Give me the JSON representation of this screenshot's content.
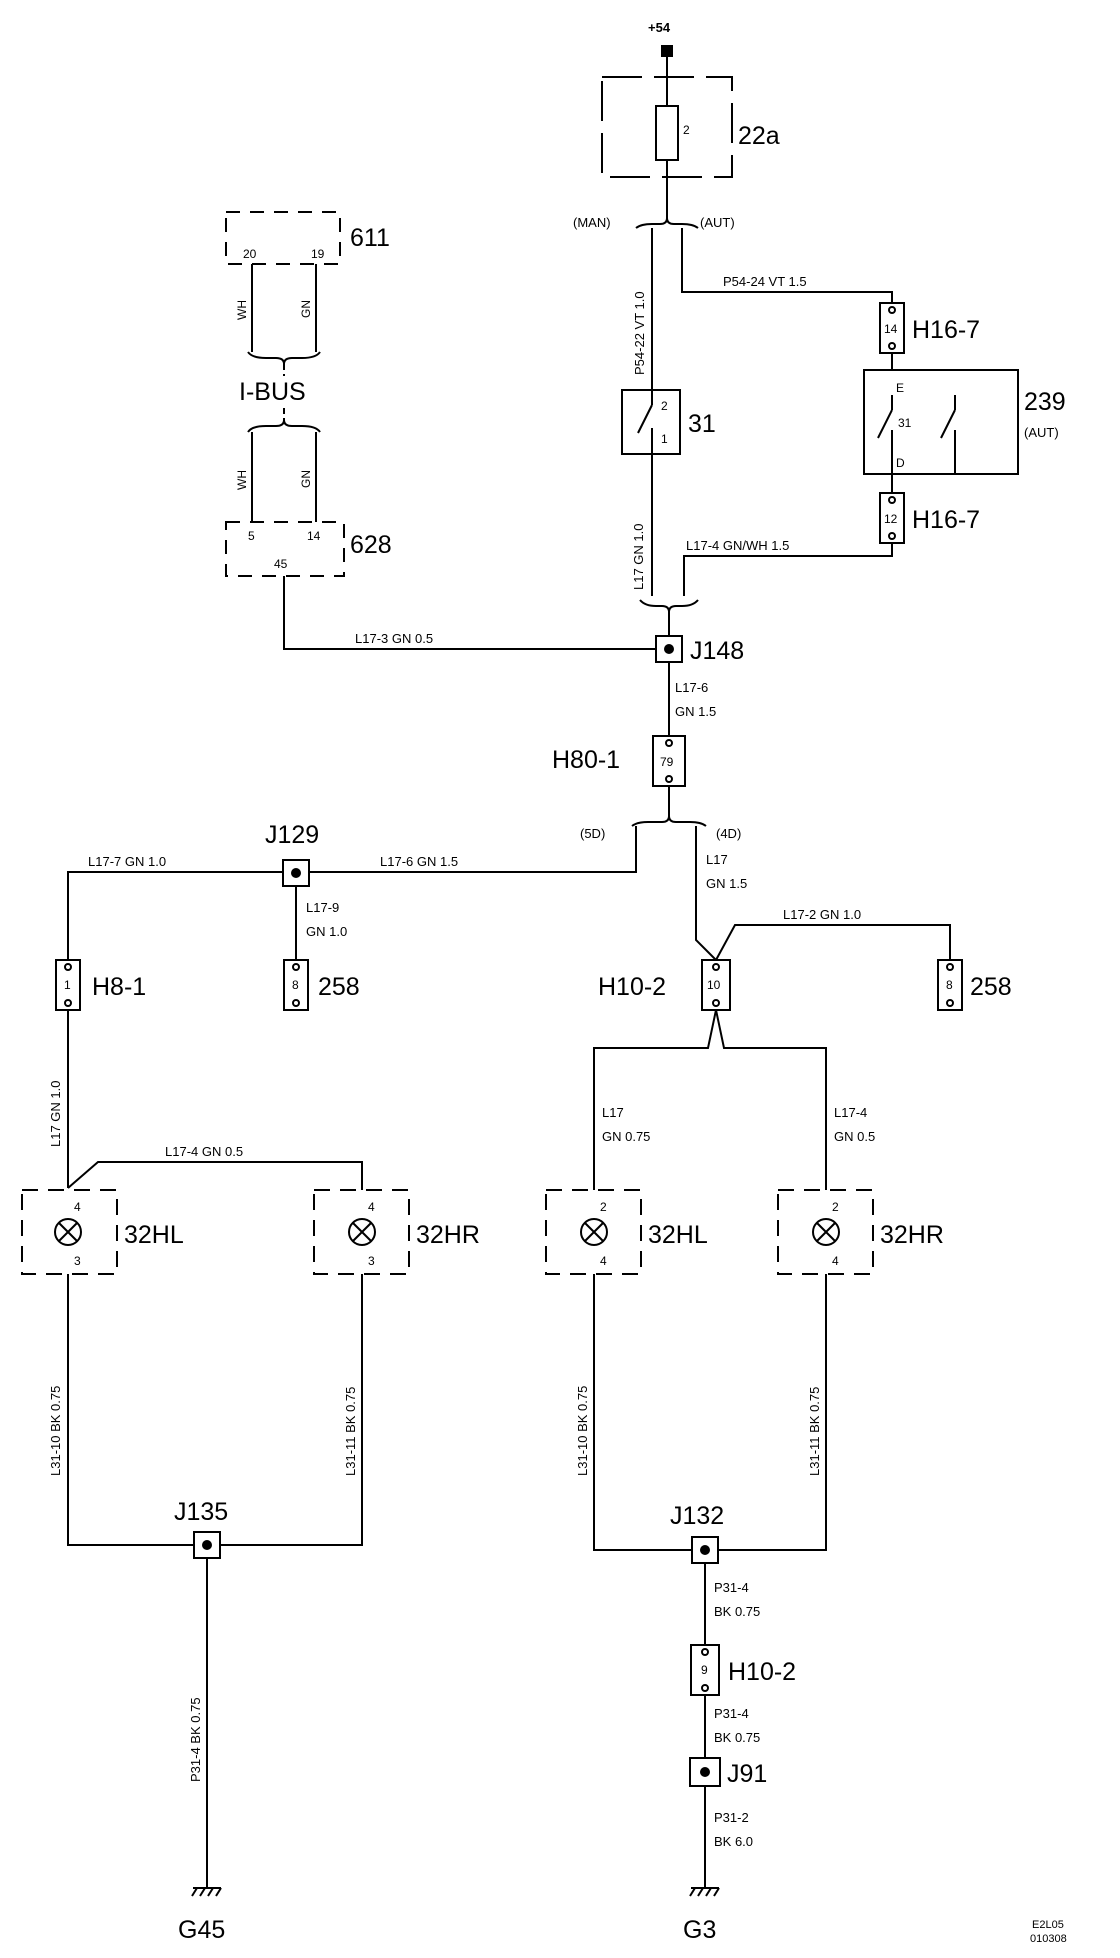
{
  "supply": "+54",
  "fuse": {
    "id": "22a",
    "pin": "2"
  },
  "variants": {
    "man": "(MAN)",
    "aut": "(AUT)",
    "d5": "(5D)",
    "d4": "(4D)"
  },
  "wires": {
    "p54_22": "P54-22  VT  1.0",
    "p54_24": "P54-24  VT    1.5",
    "l17_main": "L17  GN  1.0",
    "l17_4_gnwh": "L17-4  GN/WH    1.5",
    "l17_3": "L17-3  GN  0.5",
    "l17_6_a": "L17-6",
    "l17_6_b": "GN  1.5",
    "l17_7": "L17-7  GN  1.0",
    "l17_6_c": "L17-6  GN  1.5",
    "l17_9_a": "L17-9",
    "l17_9_b": "GN  1.0",
    "l17_4d_a": "L17",
    "l17_4d_b": "GN  1.5",
    "l17_2": "L17-2  GN  1.0",
    "l17_left": "L17  GN  1.0",
    "l17_4_left": "L17-4  GN  0.5",
    "l17_r_a": "L17",
    "l17_r_b": "GN  0.75",
    "l17_4_r_a": "L17-4",
    "l17_4_r_b": "GN  0.5",
    "l31_10": "L31-10  BK  0.75",
    "l31_11": "L31-11  BK  0.75",
    "p31_4_left": "P31-4  BK  0.75",
    "p31_4_a": "P31-4",
    "p31_4_b": "BK  0.75",
    "p31_4_c": "P31-4",
    "p31_4_d": "BK  0.75",
    "p31_2_a": "P31-2",
    "p31_2_b": "BK  6.0",
    "wh": "WH",
    "gn": "GN"
  },
  "components": {
    "c611": {
      "id": "611",
      "pin_a": "20",
      "pin_b": "19"
    },
    "ibus": "I-BUS",
    "c628": {
      "id": "628",
      "pin_a": "5",
      "pin_b": "14",
      "pin_c": "45"
    },
    "c31": {
      "id": "31",
      "pin_a": "2",
      "pin_b": "1"
    },
    "c239": {
      "id": "239",
      "sub": "(AUT)",
      "pin_e": "E",
      "pin_31": "31",
      "pin_d": "D"
    },
    "h16_7": {
      "id": "H16-7",
      "pin_top": "14",
      "pin_bot": "12"
    },
    "j148": "J148",
    "h80_1": {
      "id": "H80-1",
      "pin": "79"
    },
    "j129": "J129",
    "h8_1": {
      "id": "H8-1",
      "pin": "1"
    },
    "c258": {
      "id": "258",
      "pin": "8"
    },
    "h10_2": {
      "id": "H10-2",
      "pin_a": "10",
      "pin_b": "9"
    },
    "lamp_hl": {
      "id": "32HL",
      "pins_left": [
        "4",
        "3"
      ],
      "pins_right": [
        "2",
        "4"
      ]
    },
    "lamp_hr": {
      "id": "32HR",
      "pins_left": [
        "4",
        "3"
      ],
      "pins_right": [
        "2",
        "4"
      ]
    },
    "j135": "J135",
    "j132": "J132",
    "j91": "J91",
    "g45": "G45",
    "g3": "G3"
  },
  "doc_code": [
    "E2L05",
    "010308"
  ]
}
